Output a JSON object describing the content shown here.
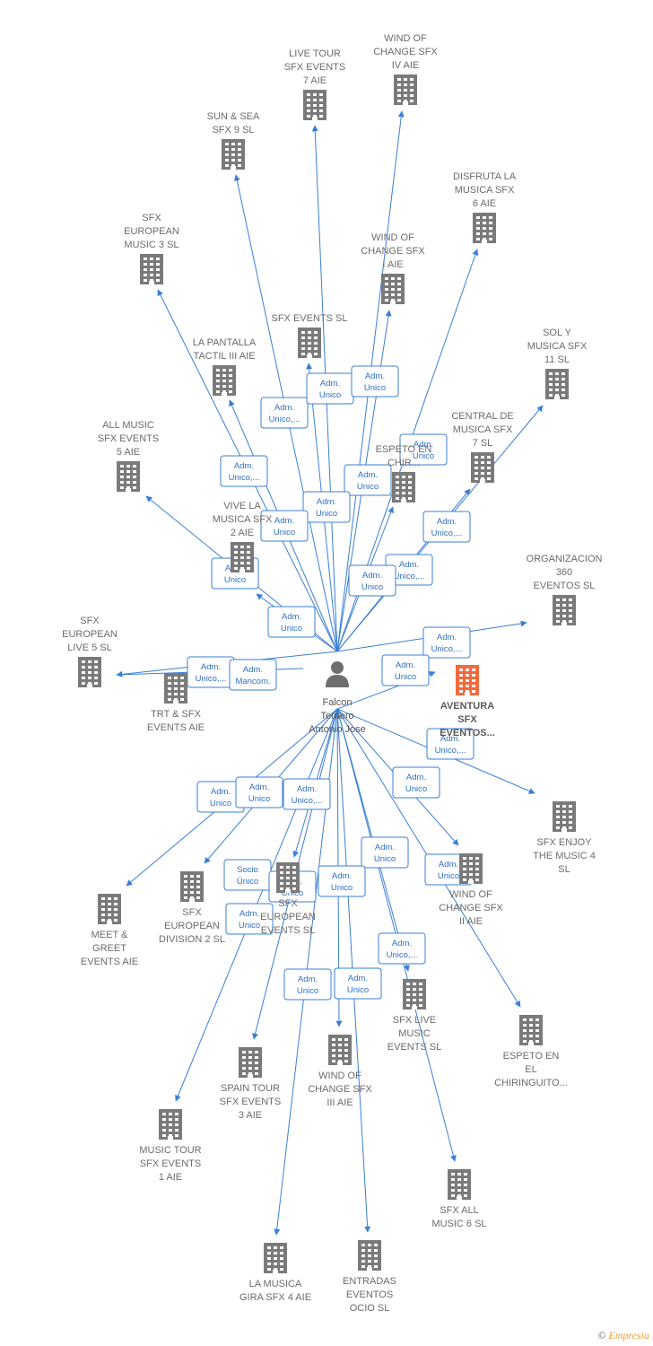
{
  "center": {
    "label_lines": [
      "Falcon",
      "Ternero",
      "Antonio Jose"
    ]
  },
  "nodes": [
    {
      "id": "wind4",
      "lines": [
        "WIND OF",
        "CHANGE SFX",
        "IV AIE"
      ],
      "highlight": false
    },
    {
      "id": "livetour7",
      "lines": [
        "LIVE TOUR",
        "SFX EVENTS",
        "7  AIE"
      ],
      "highlight": false
    },
    {
      "id": "sunsea9",
      "lines": [
        "SUN & SEA",
        "SFX 9  SL"
      ],
      "highlight": false
    },
    {
      "id": "disfruta6",
      "lines": [
        "DISFRUTA LA",
        "MUSICA SFX",
        "6  AIE"
      ],
      "highlight": false
    },
    {
      "id": "euromusic3",
      "lines": [
        "SFX",
        "EUROPEAN",
        "MUSIC 3  SL"
      ],
      "highlight": false
    },
    {
      "id": "wind1",
      "lines": [
        "WIND OF",
        "CHANGE SFX",
        "I AIE"
      ],
      "highlight": false
    },
    {
      "id": "sfxevents",
      "lines": [
        "SFX EVENTS  SL"
      ],
      "highlight": false
    },
    {
      "id": "solmusica11",
      "lines": [
        "SOL Y",
        "MUSICA SFX",
        "11  SL"
      ],
      "highlight": false
    },
    {
      "id": "pantalla3",
      "lines": [
        "LA PANTALLA",
        "TACTIL III  AIE"
      ],
      "highlight": false
    },
    {
      "id": "central7",
      "lines": [
        "CENTRAL DE",
        "MUSICA SFX",
        "7  SL"
      ],
      "highlight": false
    },
    {
      "id": "espetochir",
      "lines": [
        "ESPETO EN",
        "CHIR..."
      ],
      "highlight": false
    },
    {
      "id": "allmusic5",
      "lines": [
        "ALL MUSIC",
        "SFX EVENTS",
        "5  AIE"
      ],
      "highlight": false
    },
    {
      "id": "vivemusica2",
      "lines": [
        "VIVE LA",
        "MUSICA SFX",
        "2  AIE"
      ],
      "highlight": false
    },
    {
      "id": "org360",
      "lines": [
        "ORGANIZACION",
        "360",
        "EVENTOS  SL"
      ],
      "highlight": false
    },
    {
      "id": "eurolive5",
      "lines": [
        "SFX",
        "EUROPEAN",
        "LIVE 5  SL"
      ],
      "highlight": false
    },
    {
      "id": "trtsfx",
      "lines": [
        "TRT & SFX",
        "EVENTS AIE"
      ],
      "highlight": false
    },
    {
      "id": "aventura",
      "lines": [
        "AVENTURA",
        "SFX",
        "EVENTOS..."
      ],
      "highlight": true
    },
    {
      "id": "enjoy4",
      "lines": [
        "SFX ENJOY",
        "THE MUSIC 4",
        "SL"
      ],
      "highlight": false
    },
    {
      "id": "meetgreet",
      "lines": [
        "MEET &",
        "GREET",
        "EVENTS AIE"
      ],
      "highlight": false
    },
    {
      "id": "eurodiv2",
      "lines": [
        "SFX",
        "EUROPEAN",
        "DIVISION 2  SL"
      ],
      "highlight": false
    },
    {
      "id": "euroevents",
      "lines": [
        "SFX",
        "EUROPEAN",
        "EVENTS  SL"
      ],
      "highlight": false
    },
    {
      "id": "wind2",
      "lines": [
        "WIND OF",
        "CHANGE SFX",
        "II AIE"
      ],
      "highlight": false
    },
    {
      "id": "espetochir2",
      "lines": [
        "ESPETO EN",
        "EL",
        "CHIRINGUITO..."
      ],
      "highlight": false
    },
    {
      "id": "livemusic",
      "lines": [
        "SFX LIVE",
        "MUSIC",
        "EVENTS  SL"
      ],
      "highlight": false
    },
    {
      "id": "spaintour3",
      "lines": [
        "SPAIN TOUR",
        "SFX EVENTS",
        "3  AIE"
      ],
      "highlight": false
    },
    {
      "id": "wind3",
      "lines": [
        "WIND OF",
        "CHANGE SFX",
        "III AIE"
      ],
      "highlight": false
    },
    {
      "id": "musictour1",
      "lines": [
        "MUSIC TOUR",
        "SFX EVENTS",
        "1  AIE"
      ],
      "highlight": false
    },
    {
      "id": "allmusic6",
      "lines": [
        "SFX ALL",
        "MUSIC 6  SL"
      ],
      "highlight": false
    },
    {
      "id": "gira4",
      "lines": [
        "LA MUSICA",
        "GIRA SFX 4  AIE"
      ],
      "highlight": false
    },
    {
      "id": "entradas",
      "lines": [
        "ENTRADAS",
        "EVENTOS",
        "OCIO  SL"
      ],
      "highlight": false
    }
  ],
  "relations": [
    {
      "lines": [
        "Adm.",
        "Unico,..."
      ]
    },
    {
      "lines": [
        "Adm.",
        "Unico"
      ]
    },
    {
      "lines": [
        "Adm.",
        "Unico"
      ]
    },
    {
      "lines": [
        "Adm.",
        "Unico"
      ]
    },
    {
      "lines": [
        "Adm.",
        "Unico,..."
      ]
    },
    {
      "lines": [
        "Adm.",
        "Unico"
      ]
    },
    {
      "lines": [
        "Adm.",
        "Unico"
      ]
    },
    {
      "lines": [
        "Adm.",
        "Unico,..."
      ]
    },
    {
      "lines": [
        "Adm.",
        "Unico"
      ]
    },
    {
      "lines": [
        "Adm.",
        "Unico"
      ]
    },
    {
      "lines": [
        "Adm.",
        "Unico,..."
      ]
    },
    {
      "lines": [
        "Adm.",
        "Unico"
      ]
    },
    {
      "lines": [
        "Adm.",
        "Unico"
      ]
    },
    {
      "lines": [
        "Adm.",
        "Unico,..."
      ]
    },
    {
      "lines": [
        "Adm.",
        "Unico,..."
      ]
    },
    {
      "lines": [
        "Adm.",
        "Mancom."
      ]
    },
    {
      "lines": [
        "Adm.",
        "Unico"
      ]
    },
    {
      "lines": [
        "Adm.",
        "Unico,..."
      ]
    },
    {
      "lines": [
        "Adm.",
        "Unico"
      ]
    },
    {
      "lines": [
        "Adm.",
        "Unico"
      ]
    },
    {
      "lines": [
        "Adm.",
        "Unico"
      ]
    },
    {
      "lines": [
        "Adm.",
        "Unico,..."
      ]
    },
    {
      "lines": [
        "Adm.",
        "Unico"
      ]
    },
    {
      "lines": [
        "Socio",
        "Único"
      ]
    },
    {
      "lines": [
        "Adm.",
        "Unico"
      ]
    },
    {
      "lines": [
        "Adm.",
        "Unico"
      ]
    },
    {
      "lines": [
        "Adm.",
        "Unico"
      ]
    },
    {
      "lines": [
        "Adm.",
        "Unico"
      ]
    },
    {
      "lines": [
        "Adm.",
        "Unico,..."
      ]
    },
    {
      "lines": [
        "Adm.",
        "Unico"
      ]
    },
    {
      "lines": [
        "Adm.",
        "Unico"
      ]
    },
    {
      "lines": [
        "Adm.",
        "Unico"
      ]
    }
  ],
  "footer": {
    "copyright": "©",
    "brand": "Empresia"
  },
  "colors": {
    "edge": "#3a7fd5",
    "building": "#7a7a7a",
    "highlight": "#f26a3d"
  }
}
